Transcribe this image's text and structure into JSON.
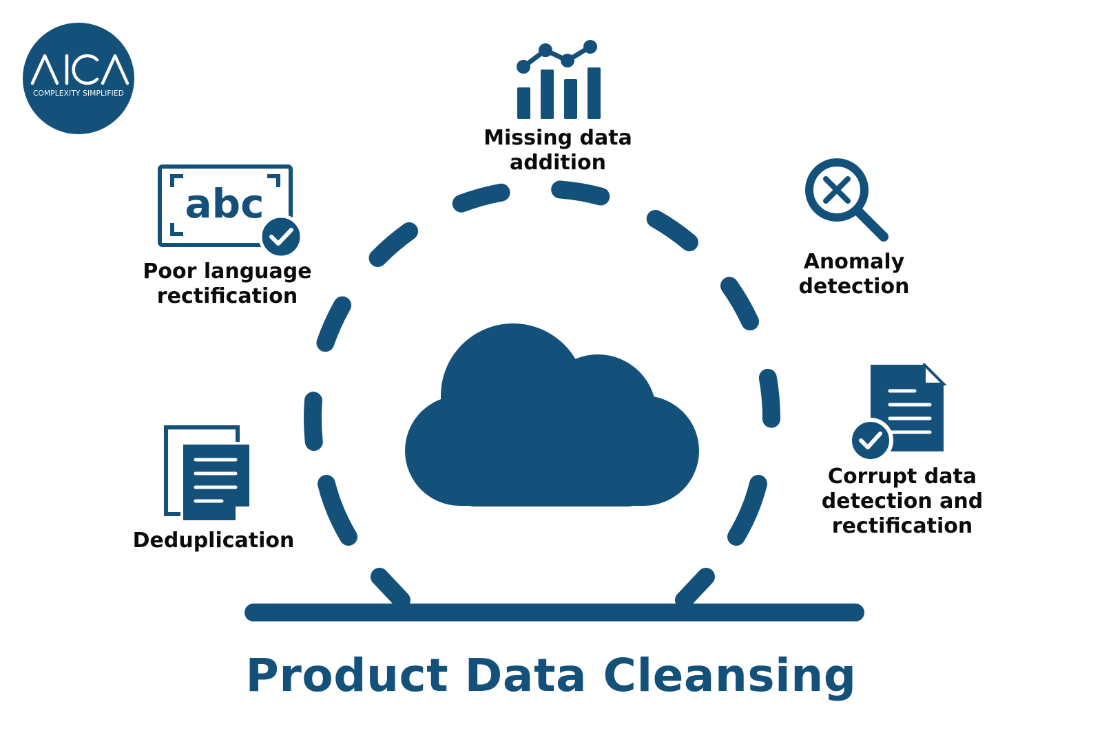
{
  "colors": {
    "accent": "#13507a",
    "text": "#0b0b0b",
    "background": "#ffffff"
  },
  "logo": {
    "wordmark": "AICA",
    "tagline": "COMPLEXITY SIMPLIFIED"
  },
  "center_icon": "cloud-icon",
  "items": [
    {
      "id": "missing",
      "icon": "bar-line-chart-icon",
      "label": "Missing data\naddition"
    },
    {
      "id": "language",
      "icon": "abc-check-icon",
      "icon_text": "abc",
      "label": "Poor language\nrectification"
    },
    {
      "id": "anomaly",
      "icon": "magnifier-x-icon",
      "label": "Anomaly\ndetection"
    },
    {
      "id": "corrupt",
      "icon": "document-check-icon",
      "label": "Corrupt data\ndetection and\nrectification"
    },
    {
      "id": "dedup",
      "icon": "duplicate-documents-icon",
      "label": "Deduplication"
    }
  ],
  "title": "Product Data Cleansing"
}
